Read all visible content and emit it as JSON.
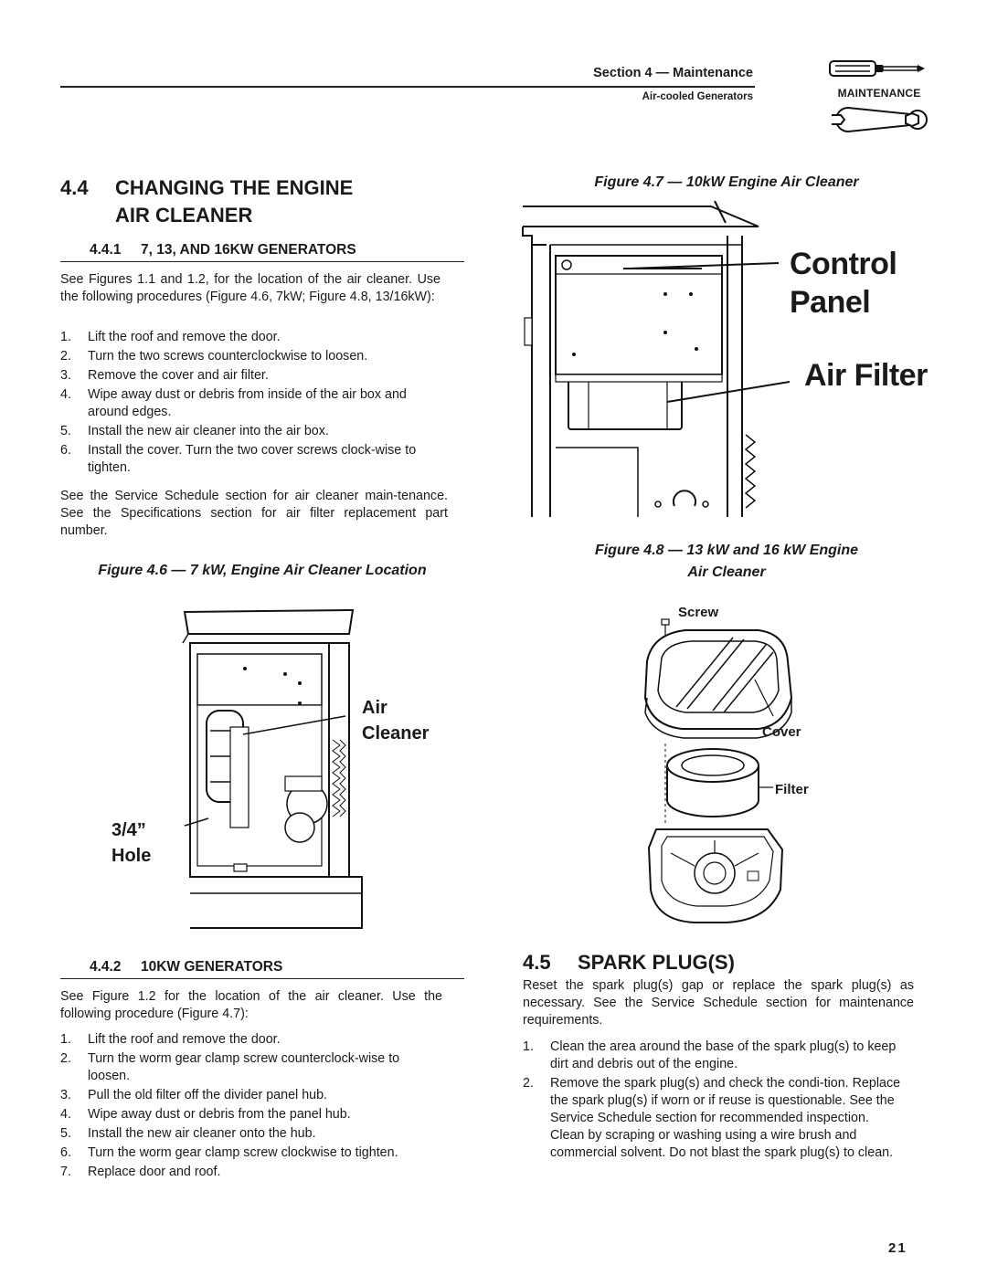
{
  "header": {
    "section": "Section 4 — Maintenance",
    "subtitle": "Air-cooled Generators",
    "maintenance_label": "MAINTENANCE"
  },
  "icons": [
    "screwdriver-icon",
    "wrench-icon"
  ],
  "sec44": {
    "num": "4.4",
    "title_line1": "CHANGING THE ENGINE",
    "title_line2": "AIR CLEANER",
    "sub1": {
      "num": "4.4.1",
      "title": "7, 13, AND 16KW GENERATORS",
      "intro": "See Figures 1.1 and 1.2, for the location of the air cleaner. Use the following procedures (Figure 4.6, 7kW; Figure 4.8, 13/16kW):",
      "steps": [
        {
          "n": "1.",
          "text": "Lift the roof and remove the door."
        },
        {
          "n": "2.",
          "text": "Turn the two screws counterclockwise to loosen."
        },
        {
          "n": "3.",
          "text": "Remove the cover and air filter."
        },
        {
          "n": "4.",
          "text": "Wipe away dust or debris from inside of the air box and around edges."
        },
        {
          "n": "5.",
          "text": "Install the new air cleaner into the air box."
        },
        {
          "n": "6.",
          "text": "Install the cover. Turn the two cover screws clock-wise to tighten."
        }
      ],
      "outro": "See the Service Schedule section  for air cleaner main-tenance. See the Specifications section for air filter replacement part number."
    },
    "sub2": {
      "num": "4.4.2",
      "title": "10KW GENERATORS",
      "intro": "See Figure 1.2 for the location of the air cleaner. Use the following procedure (Figure 4.7):",
      "steps": [
        {
          "n": "1.",
          "text": "Lift the roof and remove the door."
        },
        {
          "n": "2.",
          "text": "Turn the worm gear clamp screw counterclock-wise to loosen."
        },
        {
          "n": "3.",
          "text": "Pull the old filter off the divider panel hub."
        },
        {
          "n": "4.",
          "text": "Wipe away dust or debris from the panel hub."
        },
        {
          "n": "5.",
          "text": "Install the new air cleaner onto the hub."
        },
        {
          "n": "6.",
          "text": "Turn the worm gear clamp screw clockwise to tighten."
        },
        {
          "n": "7.",
          "text": "Replace door and roof."
        }
      ]
    }
  },
  "sec45": {
    "num": "4.5",
    "title": "SPARK PLUG(S)",
    "intro": "Reset the spark plug(s) gap or replace the spark plug(s) as necessary. See the Service Schedule section for maintenance requirements.",
    "steps": [
      {
        "n": "1.",
        "text": "Clean the area around the base of the spark plug(s) to keep dirt and debris out of the engine."
      },
      {
        "n": "2.",
        "text": "Remove the spark plug(s) and check the condi-tion. Replace the spark plug(s) if worn or if reuse is questionable. See the Service Schedule section for recommended inspection. Clean by scraping or washing using a wire brush and commercial solvent. Do not blast the spark plug(s) to clean."
      }
    ]
  },
  "figures": {
    "fig46": {
      "caption": "Figure 4.6 — 7 kW, Engine Air Cleaner Location",
      "label_air": "Air",
      "label_cleaner": "Cleaner",
      "label_34": "3/4”",
      "label_hole": "Hole"
    },
    "fig47": {
      "caption": "Figure 4.7 — 10kW Engine Air Cleaner",
      "label_control": "Control",
      "label_panel": "Panel",
      "label_airfilter": "Air Filter"
    },
    "fig48": {
      "caption_line1": "Figure 4.8 — 13 kW and 16 kW Engine",
      "caption_line2": "Air Cleaner",
      "label_screw": "Screw",
      "label_cover": "Cover",
      "label_filter": "Filter"
    }
  },
  "page_number": "21"
}
